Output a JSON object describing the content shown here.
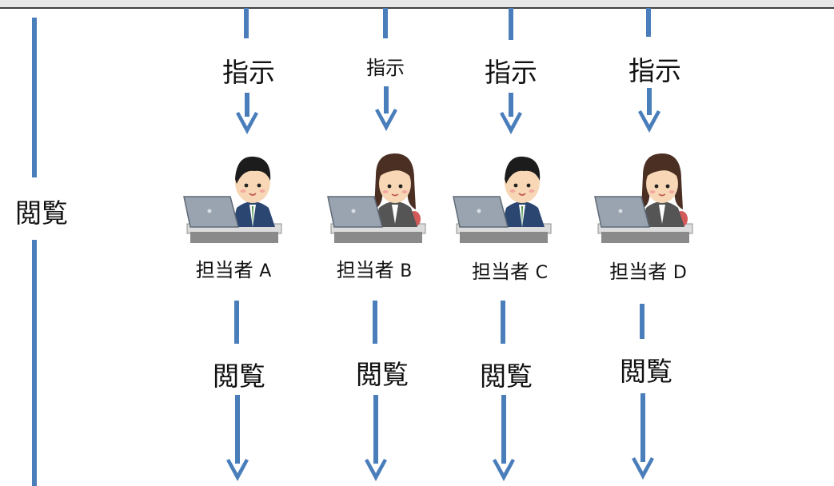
{
  "labels": {
    "left_view": "閲覧",
    "instruction": "指示",
    "view": "閲覧"
  },
  "workers": [
    {
      "name": "担当者",
      "id": "A",
      "gender": "male"
    },
    {
      "name": "担当者",
      "id": "B",
      "gender": "female"
    },
    {
      "name": "担当者",
      "id": "C",
      "gender": "male"
    },
    {
      "name": "担当者",
      "id": "D",
      "gender": "female"
    }
  ],
  "colors": {
    "arrow": "#4a7ebb"
  }
}
